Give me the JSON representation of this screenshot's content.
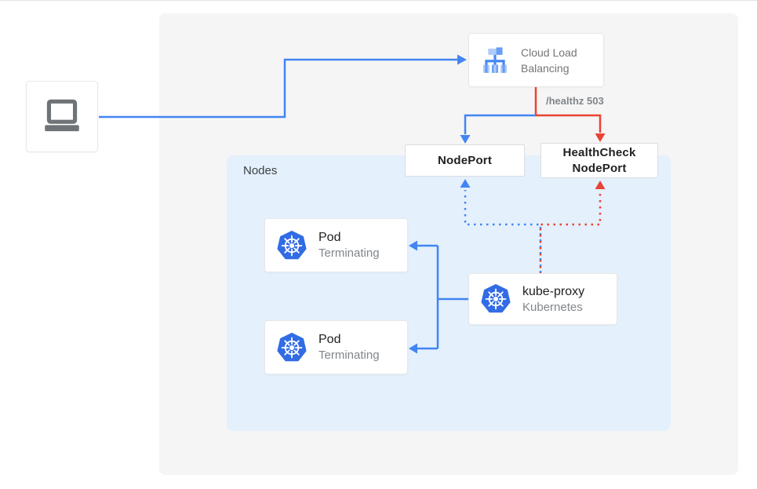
{
  "colors": {
    "blue": "#4285F4",
    "red": "#EA4335",
    "kubernetes_blue": "#326CE5",
    "lb_icon_mid": "#669DF6",
    "lb_icon_light": "#AECBFA",
    "lb_icon_dark": "#4285F4",
    "laptop_gray": "#6E7377",
    "nodes_bg": "#E4F0FC",
    "panel_bg": "#F5F5F5"
  },
  "client": {
    "icon": "laptop-icon"
  },
  "cloud_load_balancing": {
    "label": "Cloud Load Balancing",
    "icon": "load-balancer-icon"
  },
  "edge_labels": {
    "healthz": "/healthz 503"
  },
  "ports": {
    "node_port": {
      "label": "NodePort"
    },
    "health_check_node_port": {
      "line1": "HealthCheck",
      "line2": "NodePort"
    }
  },
  "nodes_group": {
    "label": "Nodes"
  },
  "pods": [
    {
      "title": "Pod",
      "status": "Terminating"
    },
    {
      "title": "Pod",
      "status": "Terminating"
    }
  ],
  "kube_proxy": {
    "title": "kube-proxy",
    "subtitle": "Kubernetes"
  }
}
